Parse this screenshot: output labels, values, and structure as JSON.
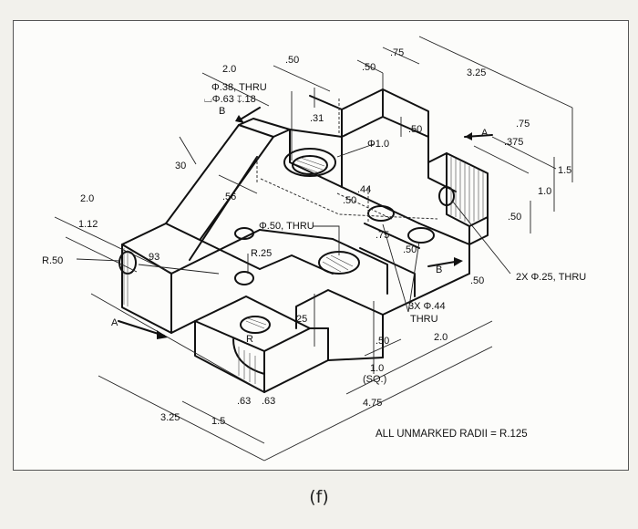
{
  "caption": "(f)",
  "note": "ALL UNMARKED RADII = R.125",
  "section_labels": {
    "A_left": "A",
    "A_top": "A",
    "B_top": "B",
    "B_right": "B"
  },
  "callouts": {
    "hole_038": "Φ.38, THRU",
    "cbore_063": "⌴Φ.63 ↧.18",
    "hole_050": "Φ.50, THRU",
    "slot_dia": "Φ1.0",
    "holes_025": "2X Φ.25, THRU",
    "holes_044_a": "3X Φ.44",
    "holes_044_b": "THRU",
    "radius_050": "R.50",
    "radius_025": "R.25",
    "radius_R": "R"
  },
  "dimensions": {
    "d_2_0_top": "2.0",
    "d_50_top": ".50",
    "d_50_top2": ".50",
    "d_75_top": ".75",
    "d_3_25_top": "3.25",
    "d_31": ".31",
    "d_50_mid": ".50",
    "d_30": "30",
    "d_75_right": ".75",
    "d_375": ".375",
    "d_1_5": "1.5",
    "d_1_0_right": "1.0",
    "d_50_right": ".50",
    "d_2_0_left": "2.0",
    "d_1_12": "1.12",
    "d_56": ".56",
    "d_44": ".44",
    "d_50_slot": ".50",
    "d_75_slot": ".75",
    "d_50_slot2": ".50",
    "d_93": ".93",
    "d_25": ".25",
    "d_50_bottom_right": ".50",
    "d_50_step": ".50",
    "d_2_0_bottom": "2.0",
    "d_1_0_sq_a": "1.0",
    "d_1_0_sq_b": "(SQ.)",
    "d_4_75": "4.75",
    "d_63_a": ".63",
    "d_63_b": ".63",
    "d_3_25_bottom": "3.25",
    "d_1_5_bottom": "1.5"
  }
}
